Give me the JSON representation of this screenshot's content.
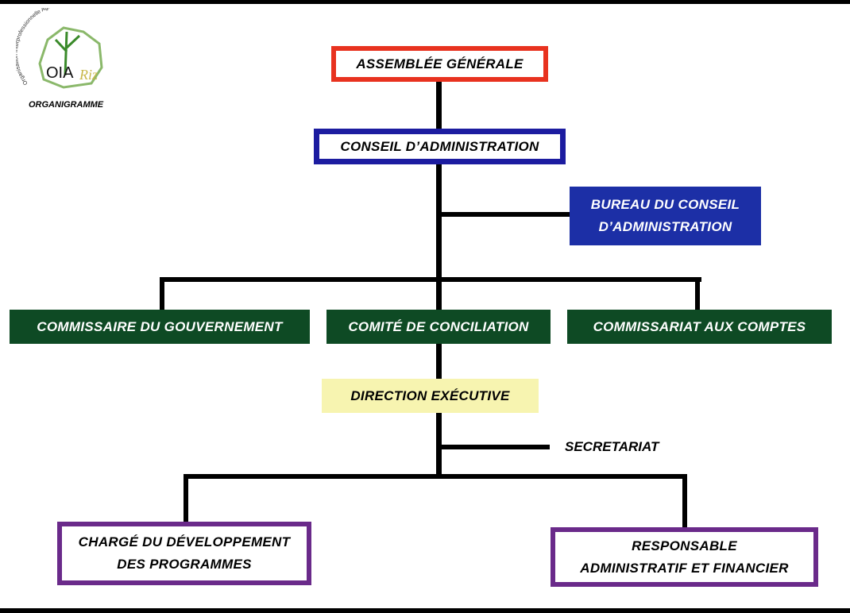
{
  "logo": {
    "text": "OIA",
    "accent_text": "Riz",
    "arc_text": "Organisation Interprofessionnelle Agricole"
  },
  "header": {
    "title": "ORGANIGRAMME"
  },
  "nodes": {
    "assemblee": "ASSEMBLÉE GÉNÉRALE",
    "conseil": "CONSEIL D’ADMINISTRATION",
    "bureau_l1": "BUREAU DU CONSEIL",
    "bureau_l2": "D’ADMINISTRATION",
    "commissaire": "COMMISSAIRE DU GOUVERNEMENT",
    "comite": "COMITÉ DE CONCILIATION",
    "commissariat": "COMMISSARIAT AUX COMPTES",
    "direction": "DIRECTION EXÉCUTIVE",
    "secretariat": "SECRETARIAT",
    "charge_l1": "CHARGÉ DU DÉVELOPPEMENT",
    "charge_l2": "DES PROGRAMMES",
    "responsable_l1": "RESPONSABLE",
    "responsable_l2": "ADMINISTRATIF ET FINANCIER"
  },
  "colors": {
    "red": "#e8321f",
    "blue": "#1c1ca0",
    "green": "#0e4a24",
    "yellow": "#f7f4b0",
    "purple": "#6a2a8a"
  }
}
